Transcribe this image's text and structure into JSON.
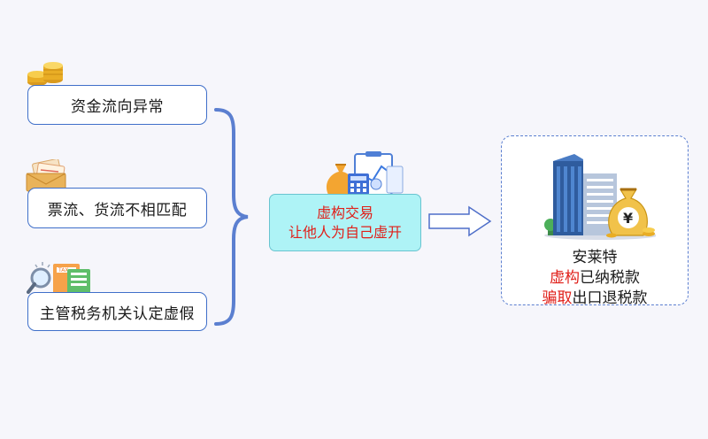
{
  "left_items": [
    {
      "label": "资金流向异常",
      "icon": "gold-coins-icon"
    },
    {
      "label": "票流、货流不相匹配",
      "icon": "envelope-receipts-icon"
    },
    {
      "label": "主管税务机关认定虚假",
      "icon": "tax-documents-magnifier-icon"
    }
  ],
  "center": {
    "line1": "虚构交易",
    "line2": "让他人为自己虚开",
    "icon": "money-bag-calculator-icon"
  },
  "result": {
    "company": "安莱特",
    "line2_red": "虚构",
    "line2_rest": "已纳税款",
    "line3_red": "骗取",
    "line3_rest": "出口退税款",
    "icon": "office-building-money-bag-icon"
  },
  "colors": {
    "box_border": "#3f6fc9",
    "brace": "#5b7fd0",
    "center_fill": "#aef3f6",
    "highlight_red": "#e0201a"
  }
}
